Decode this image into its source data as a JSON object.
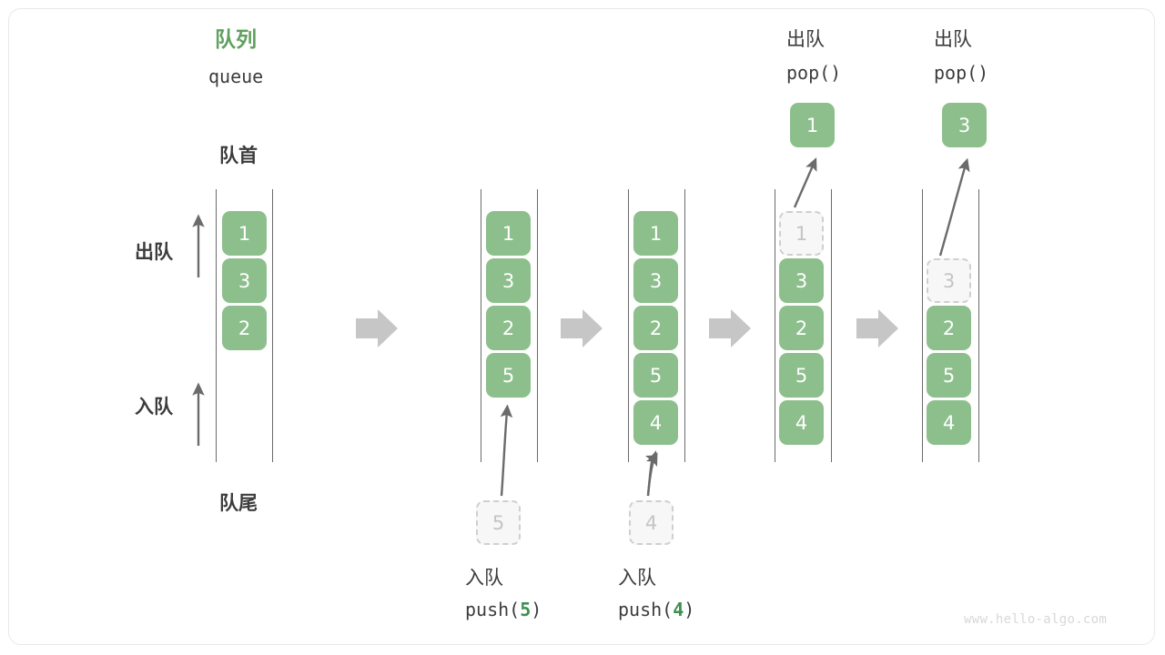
{
  "diagram": {
    "title_cn": "队列",
    "title_en": "queue",
    "front_label": "队首",
    "rear_label": "队尾",
    "dequeue_axis_label": "出队",
    "enqueue_axis_label": "入队",
    "watermark": "www.hello-algo.com",
    "colors": {
      "cell_fill": "#8cbf8c",
      "cell_text": "#ffffff",
      "ghost_fill": "#f7f7f7",
      "ghost_border": "#cfcfcf",
      "ghost_text": "#c4c4c4",
      "rail": "#6b6b6b",
      "step_arrow": "#c6c6c6",
      "op_arrow": "#6b6b6b",
      "title_green": "#5fa05f",
      "text_dark": "#3c3c3c",
      "watermark": "#d8d8d8",
      "card_border": "#e8e8e8",
      "background": "#ffffff"
    }
  },
  "steps": [
    {
      "id": "initial",
      "caption_cn": "",
      "caption_code": "",
      "header_cn": "",
      "header_code": "",
      "cells": [
        {
          "value": "1",
          "state": "filled"
        },
        {
          "value": "3",
          "state": "filled"
        },
        {
          "value": "2",
          "state": "filled"
        }
      ],
      "incoming": null,
      "popped": null
    },
    {
      "id": "push-5",
      "caption_cn": "入队",
      "caption_code": "push(",
      "caption_code_arg": "5",
      "caption_code_end": ")",
      "cells": [
        {
          "value": "1",
          "state": "filled"
        },
        {
          "value": "3",
          "state": "filled"
        },
        {
          "value": "2",
          "state": "filled"
        },
        {
          "value": "5",
          "state": "filled"
        }
      ],
      "incoming": {
        "value": "5",
        "state": "ghost"
      },
      "popped": null
    },
    {
      "id": "push-4",
      "caption_cn": "入队",
      "caption_code": "push(",
      "caption_code_arg": "4",
      "caption_code_end": ")",
      "cells": [
        {
          "value": "1",
          "state": "filled"
        },
        {
          "value": "3",
          "state": "filled"
        },
        {
          "value": "2",
          "state": "filled"
        },
        {
          "value": "5",
          "state": "filled"
        },
        {
          "value": "4",
          "state": "filled"
        }
      ],
      "incoming": {
        "value": "4",
        "state": "ghost"
      },
      "popped": null
    },
    {
      "id": "pop-1",
      "header_cn": "出队",
      "header_code": "pop()",
      "cells": [
        {
          "value": "1",
          "state": "ghost"
        },
        {
          "value": "3",
          "state": "filled"
        },
        {
          "value": "2",
          "state": "filled"
        },
        {
          "value": "5",
          "state": "filled"
        },
        {
          "value": "4",
          "state": "filled"
        }
      ],
      "incoming": null,
      "popped": {
        "value": "1",
        "state": "filled"
      }
    },
    {
      "id": "pop-3",
      "header_cn": "出队",
      "header_code": "pop()",
      "cells": [
        {
          "value": "",
          "state": "empty"
        },
        {
          "value": "3",
          "state": "ghost"
        },
        {
          "value": "2",
          "state": "filled"
        },
        {
          "value": "5",
          "state": "filled"
        },
        {
          "value": "4",
          "state": "filled"
        }
      ],
      "incoming": null,
      "popped": {
        "value": "3",
        "state": "filled"
      }
    }
  ]
}
